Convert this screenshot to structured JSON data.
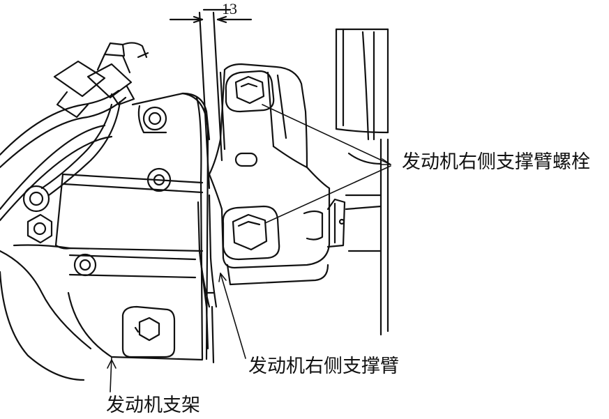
{
  "labels": {
    "bolt": "发动机右侧支撑臂螺栓",
    "arm": "发动机右侧支撑臂",
    "bracket": "发动机支架",
    "dimension": "13"
  },
  "colors": {
    "line": "#111111",
    "background": "#ffffff"
  }
}
